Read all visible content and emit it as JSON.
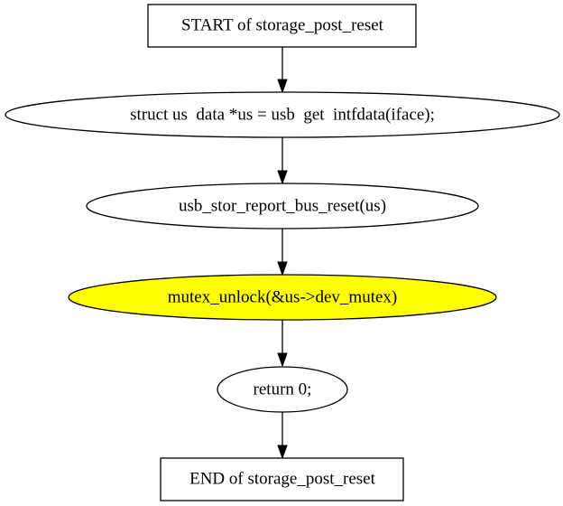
{
  "flowchart": {
    "nodes": [
      {
        "id": "start",
        "shape": "box",
        "label": "START of storage_post_reset",
        "fill": "#ffffff"
      },
      {
        "id": "n1",
        "shape": "ellipse",
        "label": "struct us  data *us = usb  get  intfdata(iface);",
        "fill": "#ffffff"
      },
      {
        "id": "n2",
        "shape": "ellipse",
        "label": "usb_stor_report_bus_reset(us)",
        "fill": "#ffffff"
      },
      {
        "id": "n3",
        "shape": "ellipse",
        "label": "mutex_unlock(&us->dev_mutex)",
        "fill": "#ffff00"
      },
      {
        "id": "n4",
        "shape": "ellipse",
        "label": "return 0;",
        "fill": "#ffffff"
      },
      {
        "id": "end",
        "shape": "box",
        "label": "END of storage_post_reset",
        "fill": "#ffffff"
      }
    ],
    "edges": [
      {
        "from": "start",
        "to": "n1"
      },
      {
        "from": "n1",
        "to": "n2"
      },
      {
        "from": "n2",
        "to": "n3"
      },
      {
        "from": "n3",
        "to": "n4"
      },
      {
        "from": "n4",
        "to": "end"
      }
    ]
  }
}
